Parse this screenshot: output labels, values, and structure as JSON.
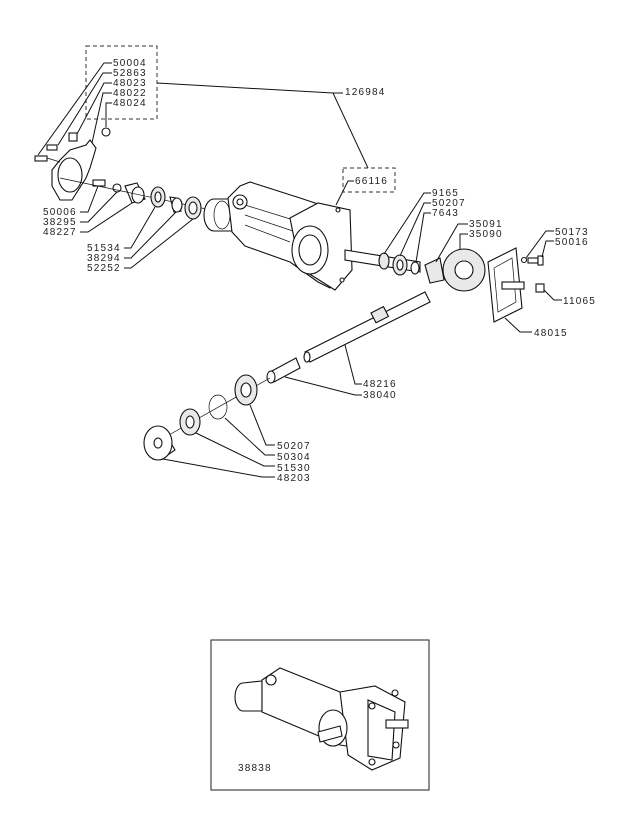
{
  "title": "Gearbox assembly exploded parts diagram",
  "kit_group": {
    "kit_number": "126984",
    "items": [
      "50004",
      "52863",
      "48023",
      "48022",
      "48024"
    ],
    "housing_ref": "66116"
  },
  "callouts": {
    "left_bracket": [
      "50006",
      "38295",
      "48227"
    ],
    "front_bearings": [
      "51534",
      "38294",
      "52252"
    ],
    "pinion_stack": [
      "9165",
      "50207",
      "7643"
    ],
    "gears": [
      "35091",
      "35090"
    ],
    "cover_fasteners": [
      "50173",
      "50016"
    ],
    "cover_plug": "11065",
    "cover": "48015",
    "shaft": [
      "48216",
      "38040"
    ],
    "lower_stack": [
      "50207",
      "50304",
      "51530",
      "48203"
    ]
  },
  "inset": {
    "assembly_number": "38838"
  }
}
